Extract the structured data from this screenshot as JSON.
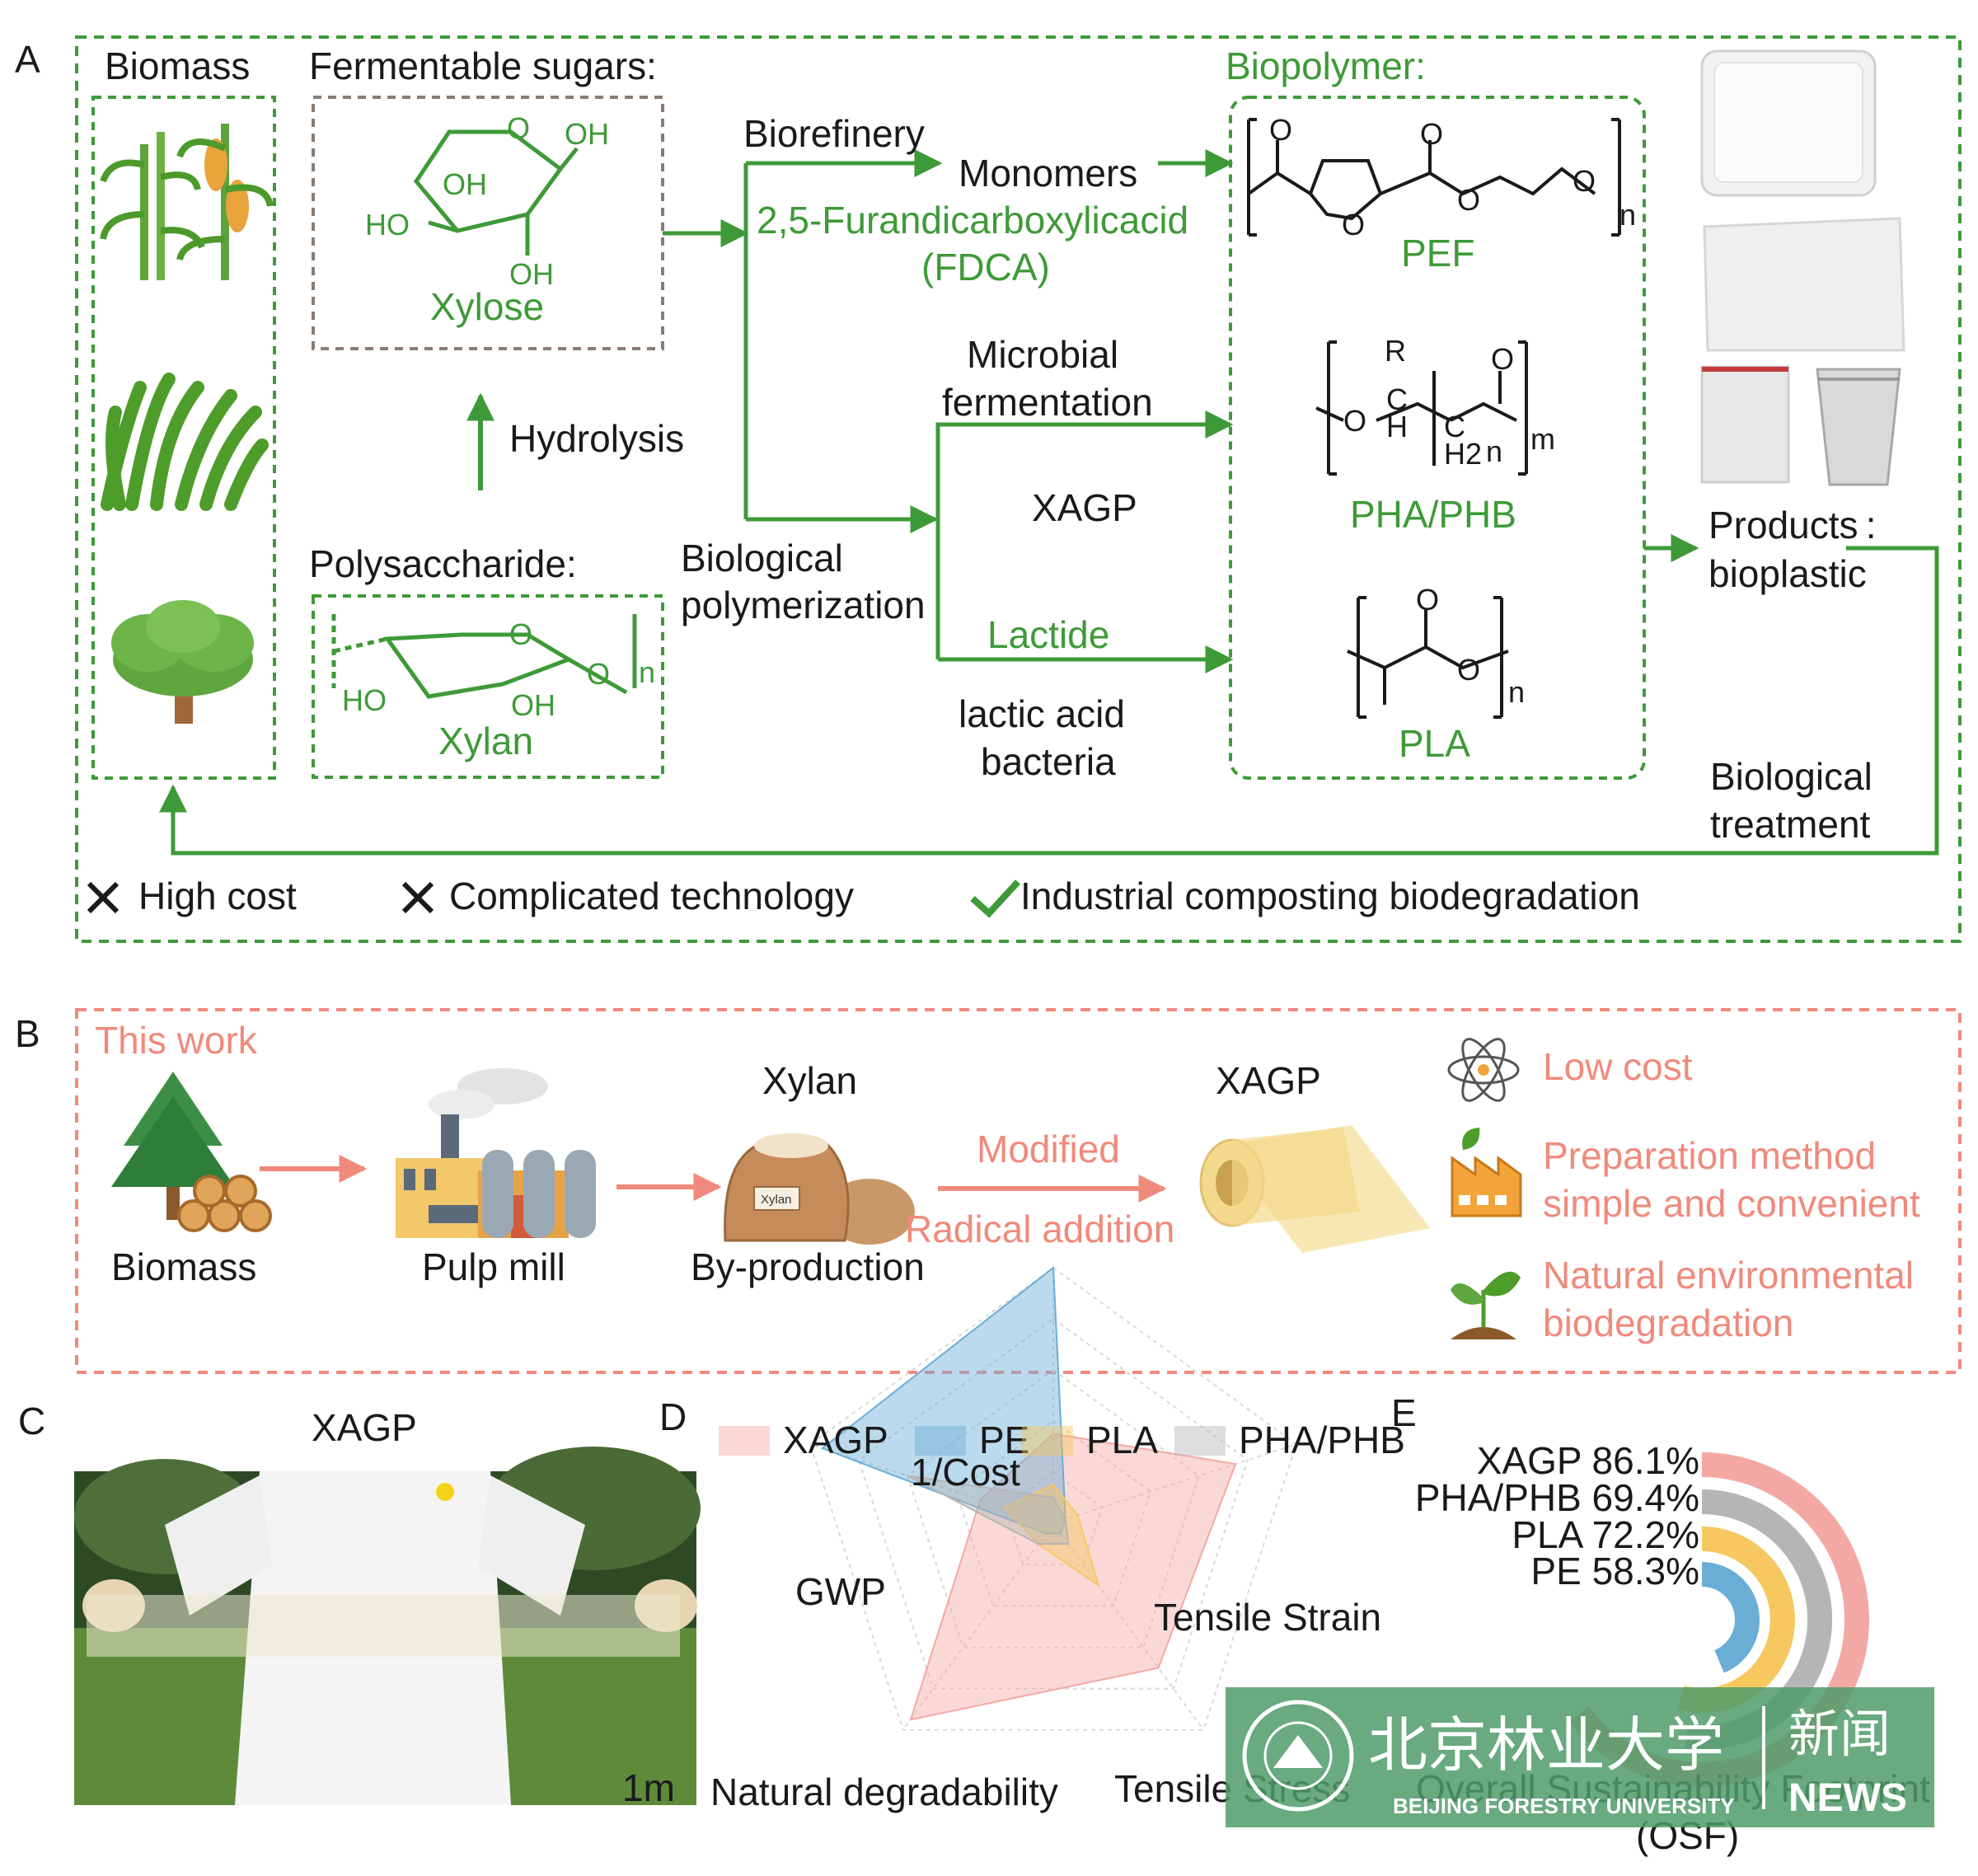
{
  "panel_a": {
    "letter": "A",
    "biomass": "Biomass",
    "fermentable_sugars": "Fermentable sugars:",
    "xylose": "Xylose",
    "hydrolysis": "Hydrolysis",
    "polysaccharide": "Polysaccharide:",
    "xylan": "Xylan",
    "biorefinery": "Biorefinery",
    "monomers": "Monomers",
    "fdca_1": "2,5-Furandicarboxylicacid",
    "fdca_2": "(FDCA)",
    "microbial_1": "Microbial",
    "microbial_2": "fermentation",
    "xagp": "XAGP",
    "biological_polymerization_1": "Biological",
    "biological_polymerization_2": "polymerization",
    "lactide": "Lactide",
    "lactic_1": "lactic acid",
    "lactic_2": "bacteria",
    "biopolymer": "Biopolymer:",
    "pef": "PEF",
    "pha_phb": "PHA/PHB",
    "pla": "PLA",
    "products_1": "Products :",
    "products_2": "bioplastic",
    "treatment_1": "Biological",
    "treatment_2": "treatment",
    "drawback_1": "High cost",
    "drawback_2": "Complicated technology",
    "advantage": "Industrial composting biodegradation",
    "chem": {
      "o": "O",
      "oh": "OH",
      "ho": "HO",
      "r": "R",
      "c": "C",
      "h": "H",
      "h2": "H2",
      "n": "n",
      "m": "m"
    }
  },
  "panel_b": {
    "letter": "B",
    "this_work": "This work",
    "biomass": "Biomass",
    "pulp_mill": "Pulp mill",
    "xylan": "Xylan",
    "by_production": "By-production",
    "xylan_bag": "Xylan",
    "modified": "Modified",
    "radical_addition": "Radical addition",
    "xagp": "XAGP",
    "benefit_1": "Low cost",
    "benefit_2a": "Preparation method",
    "benefit_2b": "simple and convenient",
    "benefit_3a": "Natural environmental",
    "benefit_3b": "biodegradation"
  },
  "panel_c": {
    "letter": "C",
    "title": "XAGP",
    "scale": "1m"
  },
  "panel_d": {
    "letter": "D"
  },
  "panel_e": {
    "letter": "E"
  },
  "watermark": {
    "cn_name": "北京林业大学",
    "cn_news": "新闻",
    "en_name": "BEIJING FORESTRY UNIVERSITY",
    "en_news": "NEWS"
  },
  "colors": {
    "green": "#3e9a38",
    "salmon": "#f08a7c",
    "xagp": "#f4a8a4",
    "pe": "#6aaed6",
    "pla": "#f6c85f",
    "pha": "#b5b5b5"
  },
  "chart_data": [
    {
      "type": "radar",
      "axes": [
        "1/Cost",
        "Tensile Strain",
        "Tensile Stress",
        "Natural degradability",
        "GWP"
      ],
      "legend": [
        "XAGP",
        "PE",
        "PLA",
        "PHA/PHB"
      ],
      "series": [
        {
          "name": "XAGP",
          "values": [
            0.35,
            0.75,
            0.7,
            0.95,
            0.3
          ]
        },
        {
          "name": "PE",
          "values": [
            1.0,
            0.05,
            0.05,
            0.05,
            0.95
          ]
        },
        {
          "name": "PLA",
          "values": [
            0.15,
            0.1,
            0.3,
            0.1,
            0.2
          ]
        },
        {
          "name": "PHA/PHB",
          "values": [
            0.1,
            0.05,
            0.1,
            0.1,
            0.6
          ]
        }
      ]
    },
    {
      "type": "radial_bar",
      "title": "Overall Sustainability Footprint (OSF)",
      "categories": [
        "XAGP",
        "PHA/PHB",
        "PLA",
        "PE"
      ],
      "values": [
        86.1,
        69.4,
        72.2,
        58.3
      ],
      "labels": [
        "XAGP 86.1%",
        "PHA/PHB 69.4%",
        "PLA 72.2%",
        "PE 58.3%"
      ],
      "title_1": "Overall Sustainability Footprint",
      "title_2": "(OSF)"
    }
  ]
}
